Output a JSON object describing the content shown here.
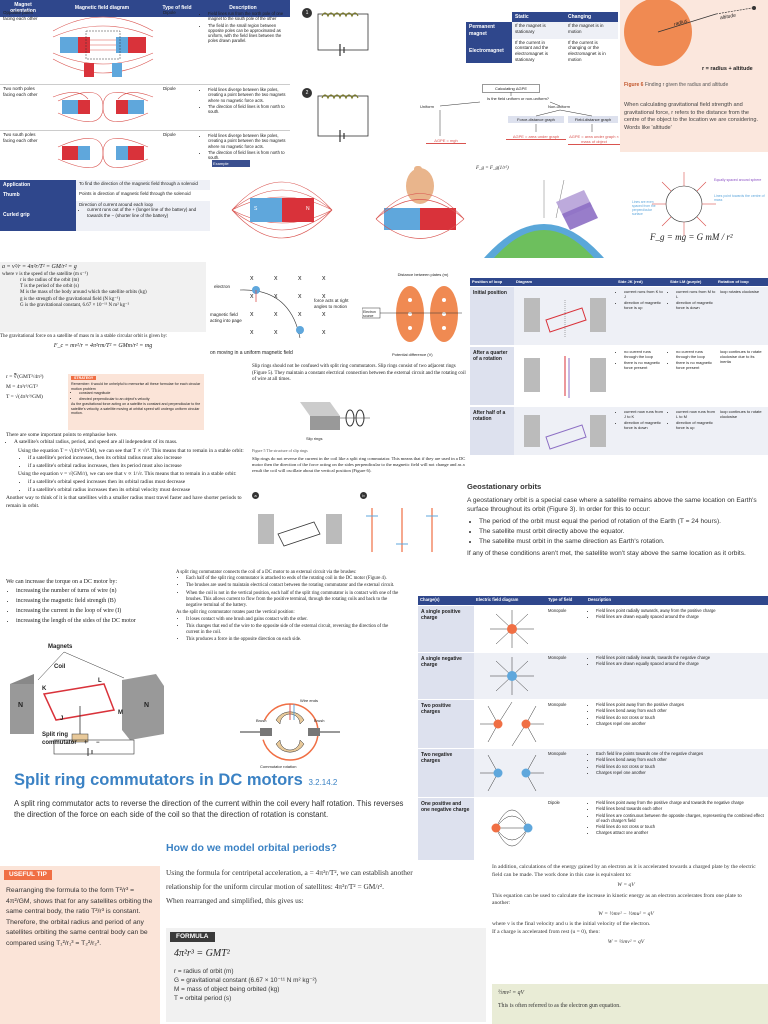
{
  "magnet_table": {
    "headers": [
      "Magnet orientation",
      "Magnetic field diagram",
      "Type of field",
      "Description"
    ],
    "rows": [
      {
        "orientation": "Opposite poles facing each other",
        "type": "Dipole",
        "desc": [
          "Field lines run from the north pole of one magnet to the south pole of the other",
          "The field in the small region between opposite poles can be approximated as uniform, with the field lines between the poles drawn parallel."
        ]
      },
      {
        "orientation": "Two north poles facing each other",
        "type": "Dipole",
        "desc": [
          "Field lines diverge between like poles, creating a point between the two magnets where no magnetic force acts.",
          "The direction of field lines is from north to south."
        ]
      },
      {
        "orientation": "Two south poles facing each other",
        "type": "Dipole",
        "desc": [
          "Field lines diverge between like poles, creating a point between the two magnets where no magnetic force acts.",
          "The direction of field lines is from north to south."
        ]
      }
    ]
  },
  "circuits": {
    "label_1": "1",
    "label_2": "2"
  },
  "electromagnet_table": {
    "headers": [
      "",
      "Static",
      "Changing"
    ],
    "rows": [
      [
        "Permanent magnet",
        "If the magnet is stationary",
        "If the magnet is in motion"
      ],
      [
        "Electromagnet",
        "If the current in constant and the electromagnet is stationary",
        "If the current is changing or the electromagnet is in motion"
      ]
    ]
  },
  "flowchart": {
    "top": "Calculating ΔGPE",
    "question": "Is the field uniform or non-uniform?",
    "uniform": "Uniform",
    "nonuniform": "Non-uniform",
    "fd_graph": "Force-distance graph",
    "fd_graph2": "Field-distance graph",
    "out1": "ΔGPE = mgh",
    "out2": "ΔGPE = area under graph",
    "out3": "ΔGPE = area under graph × mass of object"
  },
  "figure6": {
    "radius_label": "radius",
    "altitude_label": "altitude",
    "equation": "r = radius + altitude",
    "caption_title": "Figure 6",
    "caption": "Finding r given the radius and altitude",
    "note": "When calculating gravitational field strength and gravitational force, r refers to the distance from the centre of the object to the location we are considering. Words like 'altitude'"
  },
  "grip_table": {
    "rows": [
      [
        "Application",
        "To find the direction of the magnetic field through a solenoid"
      ],
      [
        "Thumb",
        "Points in direction of magnetic field through the solenoid"
      ],
      [
        "Curled grip",
        "Direction of current around each loop"
      ]
    ],
    "bullet": "current runs out of the + (longer line of the battery) and towards the − (shorter line of the battery)"
  },
  "solenoid": {
    "example_label": "Example",
    "s": "S",
    "n": "N"
  },
  "gravity": {
    "fg_formula": "F_g = F_g(1/r²)",
    "equation": "F_g = mg = G mM / r²",
    "note1": "Equally spaced around sphere",
    "note2": "Lines point towards the centre of mass",
    "note3": "Lines are even spaced from the perpendicular surface"
  },
  "orbit_formula": {
    "line1": "a = v²/r = 4π²r/T² = GM/r² = g",
    "where": "where v is the speed of the satellite (m s⁻¹)",
    "r": "r is the radius of the orbit (m)",
    "T": "T is the period of the orbit (s)",
    "M": "M is the mass of the body around which the satellite orbits (kg)",
    "g": "g is the strength of the gravitational field (N kg⁻¹)",
    "G": "G is the gravitational constant, 6.67 × 10⁻¹¹ N m² kg⁻²",
    "force_intro": "The gravitational force on a satellite of mass m in a stable circular orbit is given by:",
    "force_eq": "F_c = mv²/r = 4π²rm/T² = GMm/r² = mg"
  },
  "electron_diagram": {
    "electron": "electron",
    "field": "magnetic field acting into page",
    "force": "force acts at right angles to motion",
    "caption": "on moving in a uniform magnetic field"
  },
  "plates": {
    "top": "Distance between plates (m)",
    "source": "Electron source",
    "bottom": "Potential difference (V)"
  },
  "loop_table": {
    "headers": [
      "Position of loop",
      "Diagram",
      "Side JK (red)",
      "Side LM (purple)",
      "Rotation of loop"
    ],
    "rows": [
      {
        "pos": "Initial position",
        "jk": [
          "current runs from K to J",
          "direction of magnetic force is up"
        ],
        "lm": [
          "current runs from M to L",
          "direction of magnetic force is down"
        ],
        "rot": "loop rotates clockwise"
      },
      {
        "pos": "After a quarter of a rotation",
        "jk": [
          "no current runs through the loop",
          "there is no magnetic force present"
        ],
        "lm": [
          "no current runs through the loop",
          "there is no magnetic force present"
        ],
        "rot": "loop continues to rotate clockwise due to its inertia"
      },
      {
        "pos": "After half of a rotation",
        "jk": [
          "current now runs from J to K",
          "direction of magnetic force is down"
        ],
        "lm": [
          "current now runs from L to M",
          "direction of magnetic force is up"
        ],
        "rot": "loop continues to rotate clockwise"
      }
    ]
  },
  "orbital_bullets": {
    "items": [
      "r = ∛(GMT²/4π²)",
      "M = 4π²r³/GT²",
      "T = √(4π²r³/GM)"
    ],
    "strategy_title": "STRATEGY",
    "strategy_lines": [
      "Remember: it would be unhelpful to memorise all these formulae for each circular motion problem",
      "constant magnitude",
      "directed perpendicular to an object's velocity",
      "As the gravitational force acting on a satellite is constant and perpendicular to the satellite's velocity, a satellite moving at orbital speed will undergo uniform circular motion."
    ],
    "intro": "There are some important points to emphasise here.",
    "point1": "A satellite's orbital radius, period, and speed are all independent of its mass.",
    "sub1": "Using the equation T = √(4π²r³/GM), we can see that T ∝ √r³. This means that to remain in a stable orbit:",
    "sub1a": "if a satellite's period increases, then its orbital radius must also increase",
    "sub1b": "if a satellite's orbital radius increases, then its period must also increase",
    "sub2": "Using the equation v = √(GM/r), we can see that v ∝ 1/√r. This means that to remain in a stable orbit:",
    "sub2a": "if a satellite's orbital speed increases then its orbital radius must decrease",
    "sub2b": "if a satellite's orbital radius increases then its orbital velocity must decrease",
    "closing": "Another way to think of it is that satellites with a smaller radius must travel faster and have shorter periods to remain in orbit."
  },
  "slip_rings": {
    "para": "Slip rings should not be confused with split ring commutators. Slip rings consist of two adjacent rings (Figure 5). They maintain a constant electrical connection between the external circuit and the rotating coil of wire at all times.",
    "label": "Slip rings",
    "caption": "Figure 5 The structure of slip rings",
    "para2": "Slip rings do not reverse the current in the coil like a split ring commutator. This means that if they are used in a DC motor then the direction of the force acting on the sides perpendicular to the magnetic field will not change and as a result the coil will oscillate about the vertical position (Figure 6).",
    "a": "a",
    "b": "b"
  },
  "geostationary": {
    "title": "Geostationary orbits",
    "intro": "A geostationary orbit is a special case where a satellite remains above the same location on Earth's surface throughout its orbit (Figure 3). In order for this to occur:",
    "items": [
      "The period of the orbit must equal the period of rotation of the Earth (T = 24 hours).",
      "The satellite must orbit directly above the equator.",
      "The satellite must orbit in the same direction as Earth's rotation."
    ],
    "outro": "If any of these conditions aren't met, the satellite won't stay above the same location as it orbits."
  },
  "torque": {
    "intro": "We can increase the torque on a DC motor by:",
    "items": [
      "increasing the number of turns of wire (n)",
      "increasing the magnetic field strength (B)",
      "increasing the current in the loop of wire (I)",
      "increasing the length of the sides of the DC motor"
    ]
  },
  "commutator_text": {
    "intro": "A split ring commutator connects the coil of a DC motor to an external circuit via the brushes:",
    "items": [
      "Each half of the split ring commutator is attached to ends of the rotating coil in the DC motor (Figure 4).",
      "The brushes are used to maintain electrical contact between the rotating commutator and the external circuit.",
      "When the coil is not in the vertical position, each half of the split ring commutator is in contact with one of the brushes. This allows current to flow from the positive terminal, through the rotating coils and back to the negative terminal of the battery."
    ],
    "rotate": "As the split ring commutator rotates past the vertical position:",
    "items2": [
      "It loses contact with one brush and gains contact with the other.",
      "This changes that end of the wire to the opposite side of the external circuit, reversing the direction of the current in the coil.",
      "This produces a force in the opposite direction on each side."
    ],
    "brush1": "Brush",
    "brush2": "Brush",
    "wire": "Wire ends",
    "rotation": "Commutator rotation"
  },
  "motor_diagram": {
    "magnets": "Magnets",
    "coil": "Coil",
    "k": "K",
    "l": "L",
    "j": "J",
    "m": "M",
    "n1": "N",
    "n2": "N",
    "split": "Split ring commutator",
    "plus": "+",
    "minus": "−"
  },
  "charge_table": {
    "headers": [
      "Charge(s)",
      "Electric field diagram",
      "Type of field",
      "Description"
    ],
    "rows": [
      {
        "charge": "A single positive charge",
        "type": "Monopole",
        "desc": [
          "Field lines point radially outwards, away from the positive charge",
          "Field lines are drawn equally spaced around the charge"
        ]
      },
      {
        "charge": "A single negative charge",
        "type": "Monopole",
        "desc": [
          "Field lines point radially inwards, towards the negative charge",
          "Field lines are drawn equally spaced around the charge"
        ]
      },
      {
        "charge": "Two positive charges",
        "type": "Monopole",
        "desc": [
          "Field lines point away from the positive charges",
          "Field lines bend away from each other",
          "Field lines do not cross or touch",
          "Charges repel one another"
        ]
      },
      {
        "charge": "Two negative charges",
        "type": "Monopole",
        "desc": [
          "Each field line points towards one of the negative charges",
          "Field lines bend away from each other",
          "Field lines do not cross or touch",
          "Charges repel one another"
        ]
      },
      {
        "charge": "One positive and one negative charge",
        "type": "Dipole",
        "desc": [
          "Field lines point away from the positive charge and towards the negative charge",
          "Field lines bend towards each other",
          "Field lines are continuous between the opposite charges, representing the combined effect of each charge's field",
          "Field lines do not cross or touch",
          "Charges attract one another"
        ]
      }
    ]
  },
  "split_title": {
    "main": "Split ring commutators in DC motors",
    "code": "3.2.14.2"
  },
  "split_para": "A split ring commutator acts to reverse the direction of the current within the coil every half rotation. This reverses the direction of the force on each side of the coil so that the direction of rotation is constant.",
  "orbital_periods": {
    "title": "How do we model orbital periods?",
    "line1": "Using the formula for centripetal acceleration, a = 4π²r/T², we can establish another",
    "line2": "relationship for the uniform circular motion of satellites: 4π²r/T² = GM/r².",
    "line3": "When rearranged and simplified, this gives us:"
  },
  "useful_tip": {
    "title": "USEFUL TIP",
    "body": "Rearranging the formula to the form T²/r³ = 4π²/GM, shows that for any satellites orbiting the same central body, the ratio T²/r³ is constant. Therefore, the orbital radius and period of any satellites orbiting the same central body can be compared using T₁²/r₁³ = T₂²/r₂³."
  },
  "formula_box": {
    "title": "FORMULA",
    "eq": "4π²r³ = GMT²",
    "vars": [
      "r = radius of orbit (m)",
      "G = gravitational constant (6.67 × 10⁻¹¹ N m² kg⁻²)",
      "M = mass of object being orbited (kg)",
      "T = orbital period (s)"
    ]
  },
  "electron_gun": {
    "p1": "In addition, calculations of the energy gained by an electron as it is accelerated towards a charged plate by the electric field can be made. The work done in this case is equivalent to:",
    "eq1": "W = qV",
    "p2": "This equation can be used to calculate the increase in kinetic energy as an electron accelerates from one plate to another:",
    "eq2": "W = ½mv² − ½mu² = qV",
    "p3": "where v is the final velocity and u is the initial velocity of the electron.",
    "p4": "If a charge is accelerated from rest (u = 0), then:",
    "eq3": "W = ½mv² = qV",
    "eq4": "½mv² = qV",
    "note": "This is often referred to as the electron gun equation."
  }
}
